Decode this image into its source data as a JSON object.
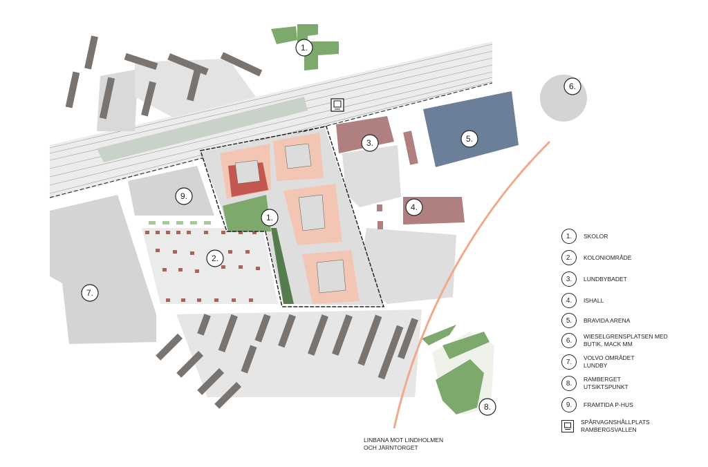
{
  "map_labels": {
    "school_north": "1.",
    "school_site": "1.",
    "allotments": "2.",
    "pool": "3.",
    "ice_rink": "4.",
    "arena": "5.",
    "petrol_station": "6.",
    "volvo": "7.",
    "ramberget": "8.",
    "parking": "9."
  },
  "legend": [
    {
      "num": "1.",
      "label": "SKOLOR"
    },
    {
      "num": "2.",
      "label": "KOLONIOMRÅDE"
    },
    {
      "num": "3.",
      "label": "LUNDBYBADET"
    },
    {
      "num": "4.",
      "label": "ISHALL"
    },
    {
      "num": "5.",
      "label": "BRAVIDA ARENA"
    },
    {
      "num": "6.",
      "label": "WIESELGRENSPLATSEN MED BUTIK, MACK MM"
    },
    {
      "num": "7.",
      "label": "VOLVO OMRÅDET LUNDBY"
    },
    {
      "num": "8.",
      "label": "RAMBERGET UTSIKTSPUNKT"
    },
    {
      "num": "9.",
      "label": "FRAMTIDA P-HUS"
    }
  ],
  "tram_legend": {
    "icon": "tram-stop-icon",
    "label": "SPÅRVAGNSHÅLLPLATS RAMBERGSVALLEN"
  },
  "caption": "LINBANA MOT LINDHOLMEN OCH JÄRNTORGET",
  "colors": {
    "building_grey": "#7a7470",
    "ground_grey": "#d6d6d6",
    "arena": "#6b7f99",
    "pool_rink": "#b07f7f",
    "project_pink": "#f3c6b4",
    "project_red": "#c4574f",
    "green": "#7daa6c",
    "dark_green": "#557c4c",
    "cable_car": "#f0a98a"
  }
}
